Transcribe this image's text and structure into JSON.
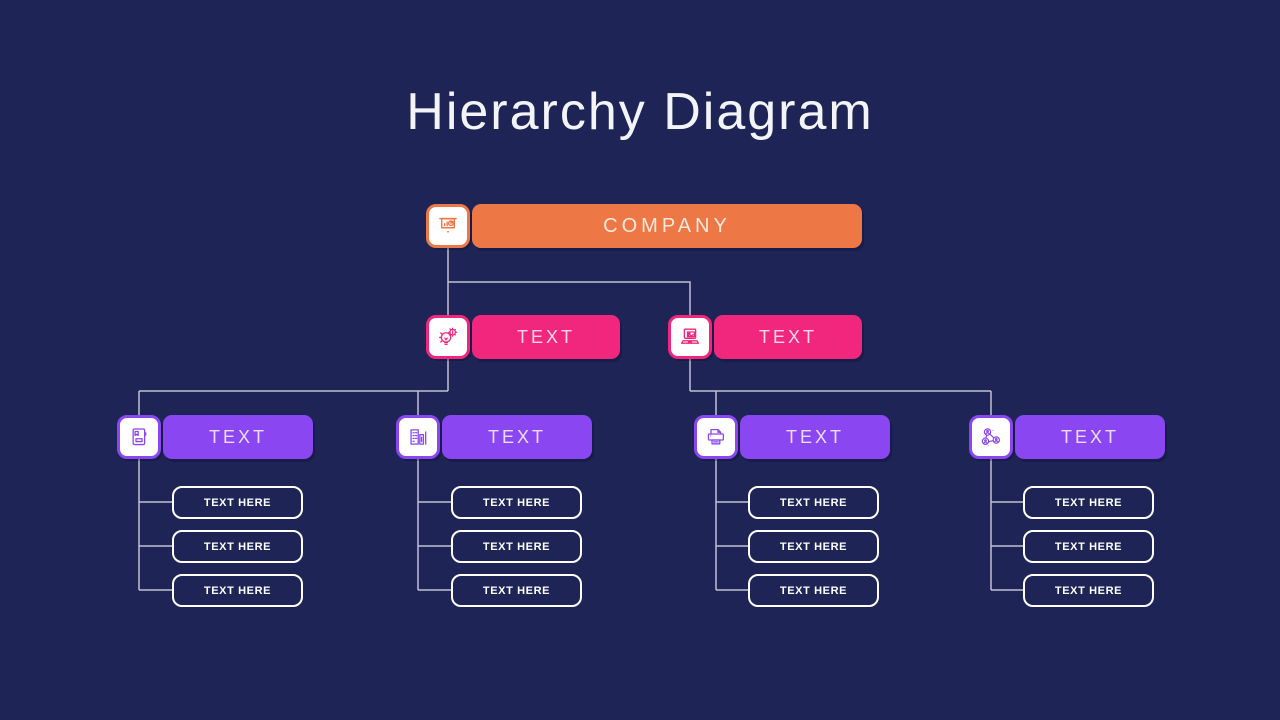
{
  "title": "Hierarchy Diagram",
  "colors": {
    "background": "#1e2556",
    "orange": "#ED7846",
    "pink": "#F0277D",
    "purple": "#8A46F0",
    "connector_line": "#c2c7d8",
    "sub_box_border": "#ffffff",
    "text_on_bars": "rgba(255,255,255,0.82)"
  },
  "root": {
    "label": "COMPANY",
    "icon": "presentation-chart-icon"
  },
  "level2": [
    {
      "label": "TEXT",
      "icon": "idea-bulb-gear-icon"
    },
    {
      "label": "TEXT",
      "icon": "laptop-presentation-icon"
    }
  ],
  "level3": [
    {
      "label": "TEXT",
      "icon": "notebook-icon",
      "children": [
        "TEXT HERE",
        "TEXT HERE",
        "TEXT HERE"
      ]
    },
    {
      "label": "TEXT",
      "icon": "office-buildings-icon",
      "children": [
        "TEXT HERE",
        "TEXT HERE",
        "TEXT HERE"
      ]
    },
    {
      "label": "TEXT",
      "icon": "printer-icon",
      "children": [
        "TEXT HERE",
        "TEXT HERE",
        "TEXT HERE"
      ]
    },
    {
      "label": "TEXT",
      "icon": "team-network-icon",
      "children": [
        "TEXT HERE",
        "TEXT HERE",
        "TEXT HERE"
      ]
    }
  ]
}
